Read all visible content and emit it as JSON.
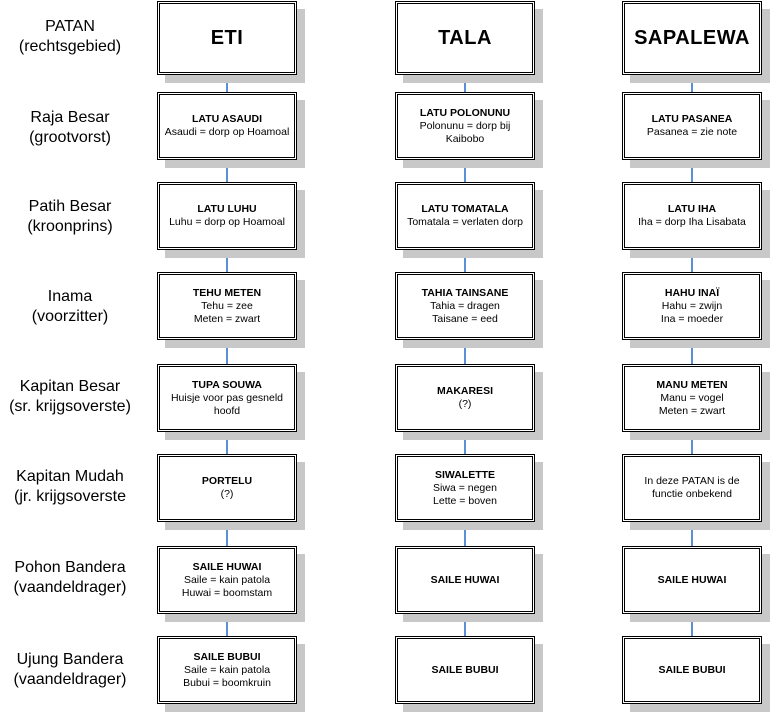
{
  "row_labels": [
    {
      "line1": "PATAN",
      "line2": "(rechtsgebied)"
    },
    {
      "line1": "Raja Besar",
      "line2": "(grootvorst)"
    },
    {
      "line1": "Patih Besar",
      "line2": "(kroonprins)"
    },
    {
      "line1": "Inama",
      "line2": "(voorzitter)"
    },
    {
      "line1": "Kapitan Besar",
      "line2": "(sr. krijgsoverste)"
    },
    {
      "line1": "Kapitan Mudah",
      "line2": "(jr. krijgsoverste"
    },
    {
      "line1": "Pohon Bandera",
      "line2": "(vaandeldrager)"
    },
    {
      "line1": "Ujung Bandera",
      "line2": "(vaandeldrager)"
    }
  ],
  "columns": [
    {
      "header": "ETI",
      "boxes": [
        {
          "title": "LATU ASAUDI",
          "lines": [
            "Asaudi = dorp op Hoamoal"
          ]
        },
        {
          "title": "LATU LUHU",
          "lines": [
            "Luhu = dorp op Hoamoal"
          ]
        },
        {
          "title": "TEHU METEN",
          "lines": [
            "Tehu = zee",
            "Meten = zwart"
          ]
        },
        {
          "title": "TUPA SOUWA",
          "lines": [
            "Huisje voor pas gesneld",
            "hoofd"
          ]
        },
        {
          "title": "PORTELU",
          "lines": [
            "(?)"
          ]
        },
        {
          "title": "SAILE HUWAI",
          "lines": [
            "Saile = kain patola",
            "Huwai = boomstam"
          ]
        },
        {
          "title": "SAILE BUBUI",
          "lines": [
            "Saile = kain patola",
            "Bubui = boomkruin"
          ]
        }
      ]
    },
    {
      "header": "TALA",
      "boxes": [
        {
          "title": "LATU POLONUNU",
          "lines": [
            "Polonunu = dorp bij",
            "Kaibobo"
          ]
        },
        {
          "title": "LATU TOMATALA",
          "lines": [
            "Tomatala = verlaten dorp"
          ]
        },
        {
          "title": "TAHIA TAINSANE",
          "lines": [
            "Tahia = dragen",
            "Taisane = eed"
          ]
        },
        {
          "title": "MAKARESI",
          "lines": [
            "(?)"
          ]
        },
        {
          "title": "SIWALETTE",
          "lines": [
            "Siwa = negen",
            "Lette = boven"
          ]
        },
        {
          "title": "SAILE HUWAI",
          "lines": []
        },
        {
          "title": "SAILE BUBUI",
          "lines": []
        }
      ]
    },
    {
      "header": "SAPALEWA",
      "boxes": [
        {
          "title": "LATU PASANEA",
          "lines": [
            "Pasanea = zie note"
          ]
        },
        {
          "title": "LATU IHA",
          "lines": [
            "Iha = dorp Iha Lisabata"
          ]
        },
        {
          "title": "HAHU INAÏ",
          "lines": [
            "Hahu = zwijn",
            "Ina = moeder"
          ]
        },
        {
          "title": "MANU METEN",
          "lines": [
            "Manu = vogel",
            "Meten = zwart"
          ]
        },
        {
          "title": "",
          "lines": [
            "In deze PATAN is de",
            "functie onbekend"
          ]
        },
        {
          "title": "SAILE HUWAI",
          "lines": []
        },
        {
          "title": "SAILE BUBUI",
          "lines": []
        }
      ]
    }
  ],
  "colors": {
    "connector": "#5b8fd6",
    "shadow": "#c8c8c8",
    "border": "#000000"
  }
}
